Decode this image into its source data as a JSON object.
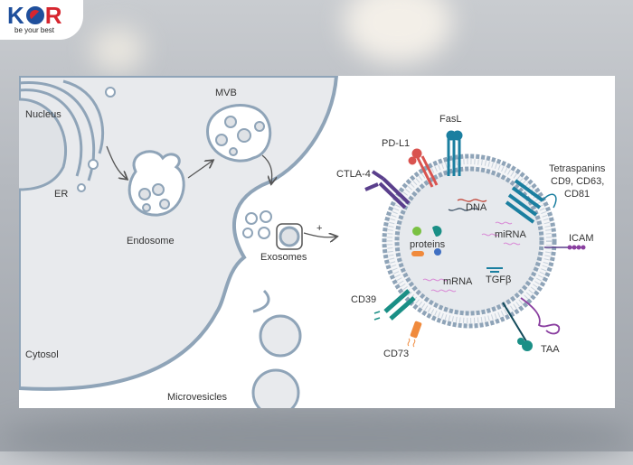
{
  "logo": {
    "brand_left": "K",
    "brand_right": "R",
    "tagline": "be your best"
  },
  "diagram": {
    "cell_labels": {
      "nucleus": "Nucleus",
      "er": "ER",
      "endosome": "Endosome",
      "mvb": "MVB",
      "exosomes": "Exosomes",
      "cytosol": "Cytosol",
      "microvesicles": "Microvesicles",
      "plus": "+"
    },
    "exosome_labels": {
      "fasl": "FasL",
      "pdl1": "PD-L1",
      "ctla4": "CTLA-4",
      "tetraspanins": "Tetraspanins",
      "cd_line1": "CD9, CD63,",
      "cd_line2": "CD81",
      "icam": "ICAM",
      "taa": "TAA",
      "cd39": "CD39",
      "cd73": "CD73",
      "dna": "DNA",
      "mirna": "miRNA",
      "proteins": "proteins",
      "mrna": "mRNA",
      "tgfb": "TGFβ"
    },
    "colors": {
      "membrane": "#8fa4b8",
      "cell": "#e8eaed",
      "teal": "#1b7fa0",
      "red": "#d9534f",
      "purple": "#5a3f8c",
      "orange": "#f08a3c",
      "green": "#1a8f86",
      "violet": "#8a3fa0"
    }
  }
}
